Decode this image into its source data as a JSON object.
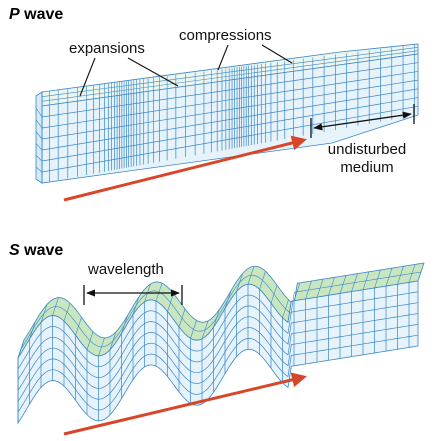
{
  "p_wave": {
    "title_letter": "P",
    "title_rest": " wave",
    "labels": {
      "expansions": "expansions",
      "compressions": "compressions",
      "undisturbed_line1": "undisturbed",
      "undisturbed_line2": "medium"
    }
  },
  "s_wave": {
    "title_letter": "S",
    "title_rest": " wave",
    "labels": {
      "wavelength": "wavelength"
    }
  },
  "colors": {
    "grid_line": "#3a86c8",
    "face_fill": "#e6f3fb",
    "top_fill_dense": "#c9e6c0",
    "top_fill_light": "#eaf6ef",
    "propagation_arrow": "#d8462a",
    "label_leader": "#111111"
  },
  "icons": {
    "propagation_arrow": "red-arrow-icon",
    "dimension_arrow": "double-headed-arrow-icon"
  }
}
